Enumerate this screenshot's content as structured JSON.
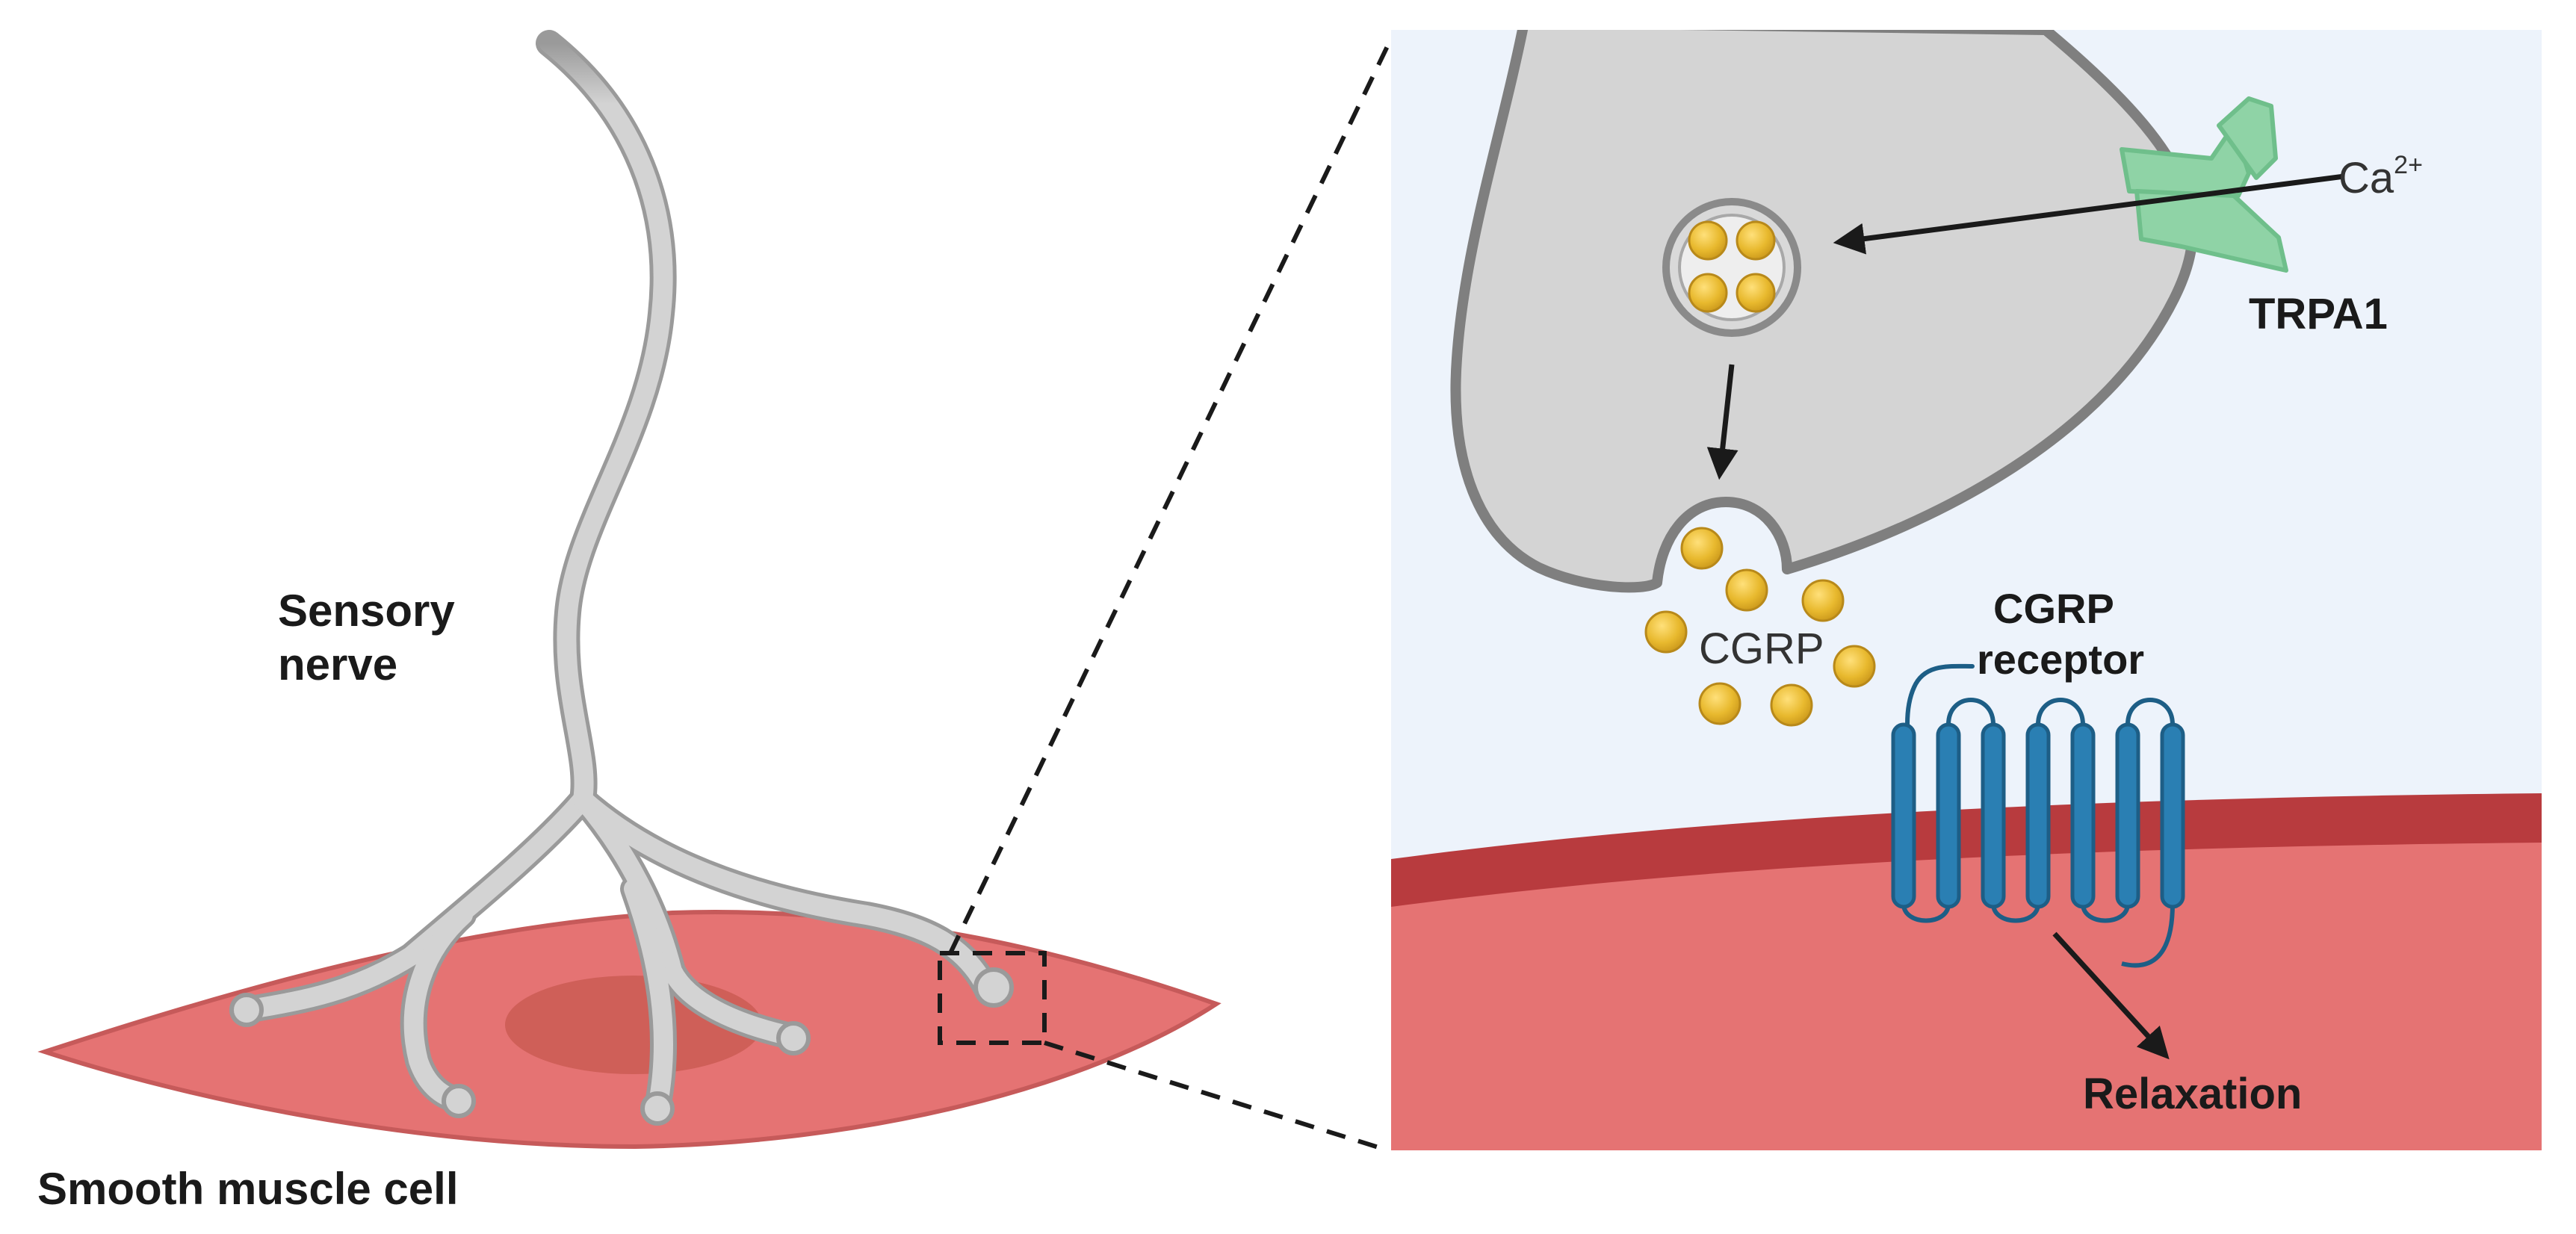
{
  "labels": {
    "sensory_nerve_line1": "Sensory",
    "sensory_nerve_line2": "nerve",
    "smooth_muscle_cell": "Smooth muscle cell",
    "ca_ion": "Ca",
    "ca_charge": "2+",
    "trpa1": "TRPA1",
    "cgrp": "CGRP",
    "cgrp_receptor_line1": "CGRP",
    "cgrp_receptor_line2": "receptor",
    "relaxation": "Relaxation"
  },
  "colors": {
    "nerve_fill": "#d3d3d3",
    "nerve_stroke": "#9a9a9a",
    "muscle_cell": "#e57373",
    "muscle_nucleus": "#cf5f58",
    "inset_background": "#edf3fb",
    "membrane_dark": "#b83b3e",
    "vesicle_gold": "#e8b92e",
    "trpa1_green": "#8fd3a6",
    "receptor_blue": "#2a7fb3"
  }
}
